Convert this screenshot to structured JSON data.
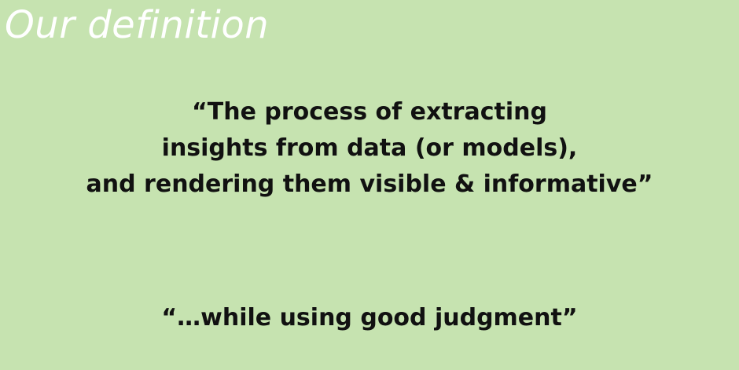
{
  "slide": {
    "title": "Our definition",
    "quote_lines": [
      "“The process of extracting",
      "insights from data (or models),",
      "and rendering them visible & informative”"
    ],
    "tagline": "“…while using good judgment”",
    "background_color": "#c6e3b0"
  }
}
